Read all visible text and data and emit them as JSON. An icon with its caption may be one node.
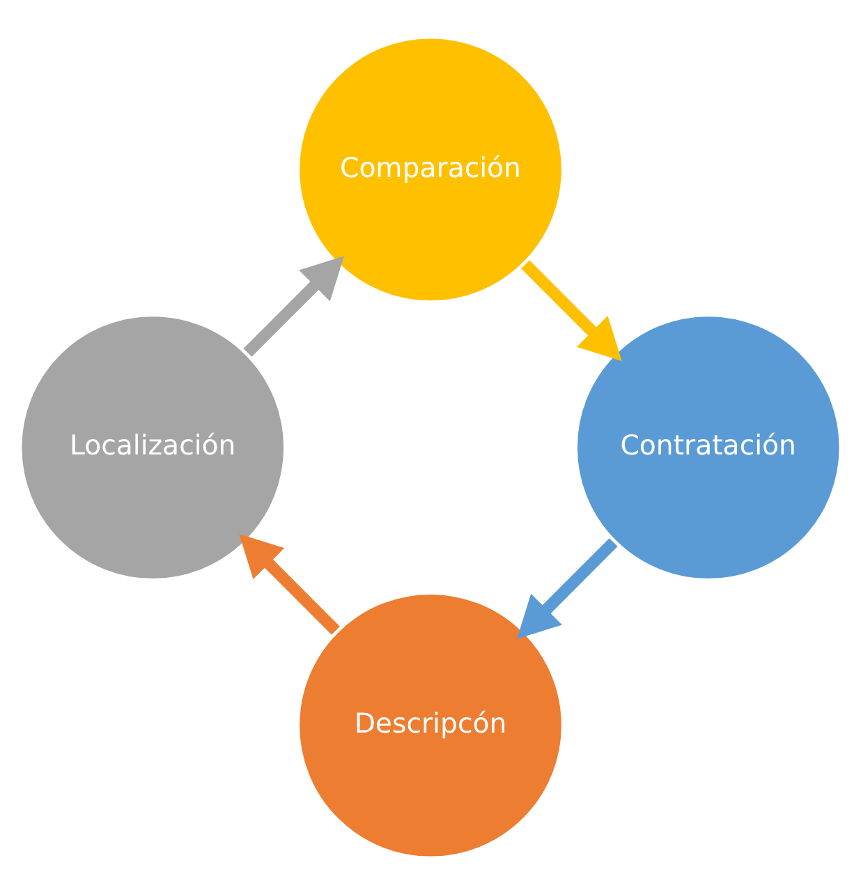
{
  "diagram": {
    "nodes": [
      {
        "text": [
          "Descripcón"
        ]
      },
      {
        "text": [
          "Localización"
        ]
      },
      {
        "text": [
          "Comparación"
        ]
      },
      {
        "text": [
          "Contratación"
        ]
      }
    ],
    "edges": [
      {
        "from": 0,
        "to": 1,
        "arrow": "to",
        "color": "#ed7d31"
      },
      {
        "from": 1,
        "to": 2,
        "arrow": "to",
        "color": "#a5a5a5"
      },
      {
        "from": 2,
        "to": 3,
        "arrow": "to",
        "color": "#ffc000"
      },
      {
        "from": 3,
        "to": 0,
        "arrow": "to",
        "color": "#5b9bd5"
      }
    ]
  }
}
